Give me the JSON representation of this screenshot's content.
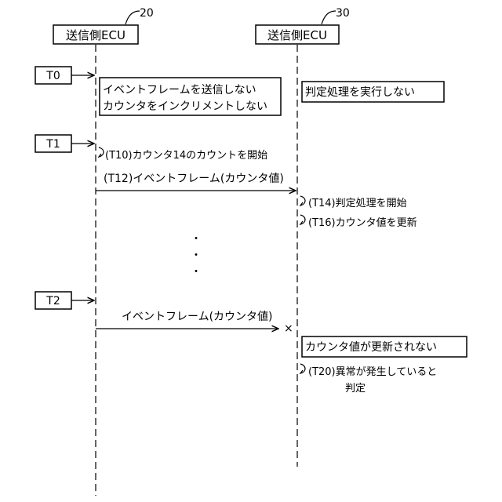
{
  "entities": {
    "sender": {
      "label": "送信側ECU",
      "ref": "20"
    },
    "receiver": {
      "label": "送信側ECU",
      "ref": "30"
    }
  },
  "times": {
    "t0": "T0",
    "t1": "T1",
    "t2": "T2"
  },
  "notes": {
    "t0_sender_line1": "イベントフレームを送信しない",
    "t0_sender_line2": "カウンタをインクリメントしない",
    "t0_receiver": "判定処理を実行しない",
    "t2_receiver": "カウンタ値が更新されない"
  },
  "steps": {
    "t10": "(T10)カウンタ14のカウントを開始",
    "t12": "(T12)イベントフレーム(カウンタ値)",
    "t14": "(T14)判定処理を開始",
    "t16": "(T16)カウンタ値を更新",
    "lost_frame": "イベントフレーム(カウンタ値)",
    "lost_mark": "×",
    "t20_line1": "(T20)異常が発生していると",
    "t20_line2": "判定"
  },
  "ellipsis": [
    "・",
    "・",
    "・"
  ]
}
